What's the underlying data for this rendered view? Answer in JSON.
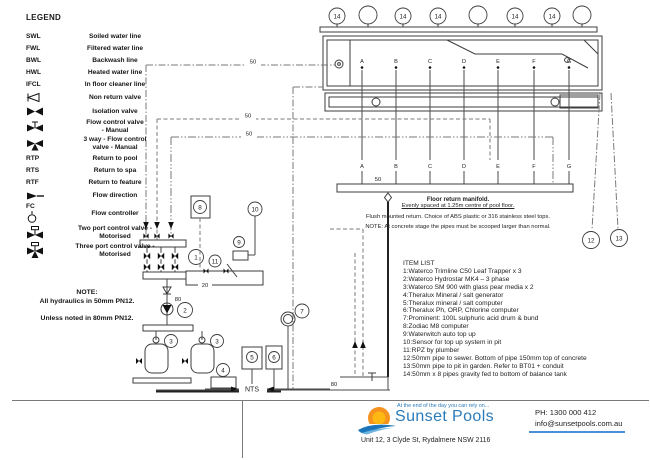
{
  "legend": {
    "title": "LEGEND",
    "items": [
      {
        "abbr": "SWL",
        "icon": "",
        "label": "Soiled water line",
        "label2": ""
      },
      {
        "abbr": "FWL",
        "icon": "",
        "label": "Filtered water line",
        "label2": ""
      },
      {
        "abbr": "BWL",
        "icon": "",
        "label": "Backwash line",
        "label2": ""
      },
      {
        "abbr": "HWL",
        "icon": "",
        "label": "Heated water line",
        "label2": ""
      },
      {
        "abbr": "IFCL",
        "icon": "",
        "label": "In floor cleaner line",
        "label2": ""
      },
      {
        "abbr": "",
        "icon": "non-return-valve",
        "label": "Non return valve",
        "label2": ""
      },
      {
        "abbr": "",
        "icon": "isolation-valve",
        "label": "Isolation valve",
        "label2": ""
      },
      {
        "abbr": "",
        "icon": "flow-control-valve",
        "label": "Flow control valve",
        "label2": "- Manual"
      },
      {
        "abbr": "",
        "icon": "three-way-flow-control-valve",
        "label": "3 way - Flow control",
        "label2": "valve - Manual"
      },
      {
        "abbr": "RTP",
        "icon": "",
        "label": "Return to pool",
        "label2": ""
      },
      {
        "abbr": "RTS",
        "icon": "",
        "label": "Return to spa",
        "label2": ""
      },
      {
        "abbr": "RTF",
        "icon": "",
        "label": "Return to feature",
        "label2": ""
      },
      {
        "abbr": "",
        "icon": "flow-direction",
        "label": "Flow direction",
        "label2": ""
      },
      {
        "abbr": "FC",
        "icon": "flow-controller",
        "label": "Flow controller",
        "label2": ""
      },
      {
        "abbr": "",
        "icon": "two-port-control-valve",
        "label": "Two port control valve -",
        "label2": "Motorised"
      },
      {
        "abbr": "",
        "icon": "three-port-control-valve",
        "label": "Three port control valve -",
        "label2": "Motorised"
      }
    ]
  },
  "notes": {
    "title": "NOTE:",
    "line1": "All hydraulics in 50mm PN12.",
    "line2": "Unless noted in 80mm PN12."
  },
  "item_list": {
    "title": "ITEM LIST",
    "items": [
      "1:Waterco Trimline C50 Leaf Trapper x 3",
      "2:Waterco Hydrostar MK4 – 3 phase",
      "3:Waterco SM 900 with glass pear media x 2",
      "4:Theralux Mineral / salt generator",
      "5:Theralux mineral / salt computer",
      "6:Theralux Ph, ORP, Chlorine computer",
      "7:Prominent: 100L sulphuric acid drum & bund",
      "8:Zodiac M8 computer",
      "9:Waterwitch auto top up",
      "10:Sensor for top up system in pit",
      "11:RPZ by plumber",
      "12:50mm pipe to sewer. Bottom of pipe 150mm top of concrete",
      "13:50mm pipe to pit in garden. Refer to BT01 + conduit",
      "14:50mm x 8 pipes gravity fed to bottom of balance tank"
    ]
  },
  "manifold_note": {
    "title": "Floor return manifold.",
    "line1": "Evenly spaced at 1.25m centre of pool floor.",
    "line2": "Flush mounted return. Choice of ABS plastic or 316 stainless steel tops.",
    "line3": "NOTE: At concrete stage the pipes must be scooped larger than normal."
  },
  "diagram": {
    "points": [
      "A",
      "B",
      "C",
      "D",
      "E",
      "F",
      "G"
    ],
    "callouts": {
      "c1": "1",
      "c2": "2",
      "c3": "3",
      "c4": "4",
      "c5": "5",
      "c6": "6",
      "c7": "7",
      "c8": "8",
      "c9": "9",
      "c10": "10",
      "c11": "11",
      "c12": "12",
      "c13": "13",
      "c14": "14",
      "blank": ""
    },
    "pipe_sizes": {
      "s20": "20",
      "s50": "50",
      "s80": "80"
    },
    "nts": "NTS"
  },
  "footer": {
    "tagline": "At the end of the day you can rely on...",
    "brand": "Sunset Pools",
    "address": "Unit 12, 3 Clyde St, Rydalmere NSW 2116",
    "phone": "PH: 1300 000 412",
    "email": "info@sunsetpools.com.au",
    "colors": {
      "brand_blue": "#2b7bb9",
      "sun_orange": "#f6921e",
      "swoosh_blue": "#1b75bb"
    }
  }
}
